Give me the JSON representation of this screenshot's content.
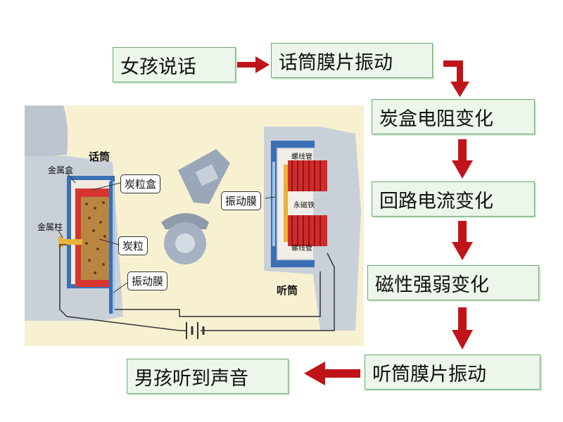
{
  "flow": {
    "girl_speaks": "女孩说话",
    "mic_membrane": "话筒膜片振动",
    "carbon_resistance": "炭盒电阻变化",
    "circuit_current": "回路电流变化",
    "magnetism": "磁性强弱变化",
    "earpiece_membrane": "听筒膜片振动",
    "boy_hears": "男孩听到声音"
  },
  "diagram": {
    "microphone": "话筒",
    "metal_box": "金属盒",
    "metal_post": "金属柱",
    "carbon_box": "炭粒盒",
    "carbon_grains": "炭粒",
    "mic_diaphragm": "振动膜",
    "earpiece": "听筒",
    "ear_diaphragm": "振动膜",
    "coil_top": "螺线管",
    "coil_bottom": "螺线管",
    "magnet": "永磁铁"
  },
  "colors": {
    "arrow": "#c0141b",
    "box_fill": "#ecf6ea",
    "box_border": "#6aa96f",
    "diagram_bg": "#f7f1d2"
  }
}
